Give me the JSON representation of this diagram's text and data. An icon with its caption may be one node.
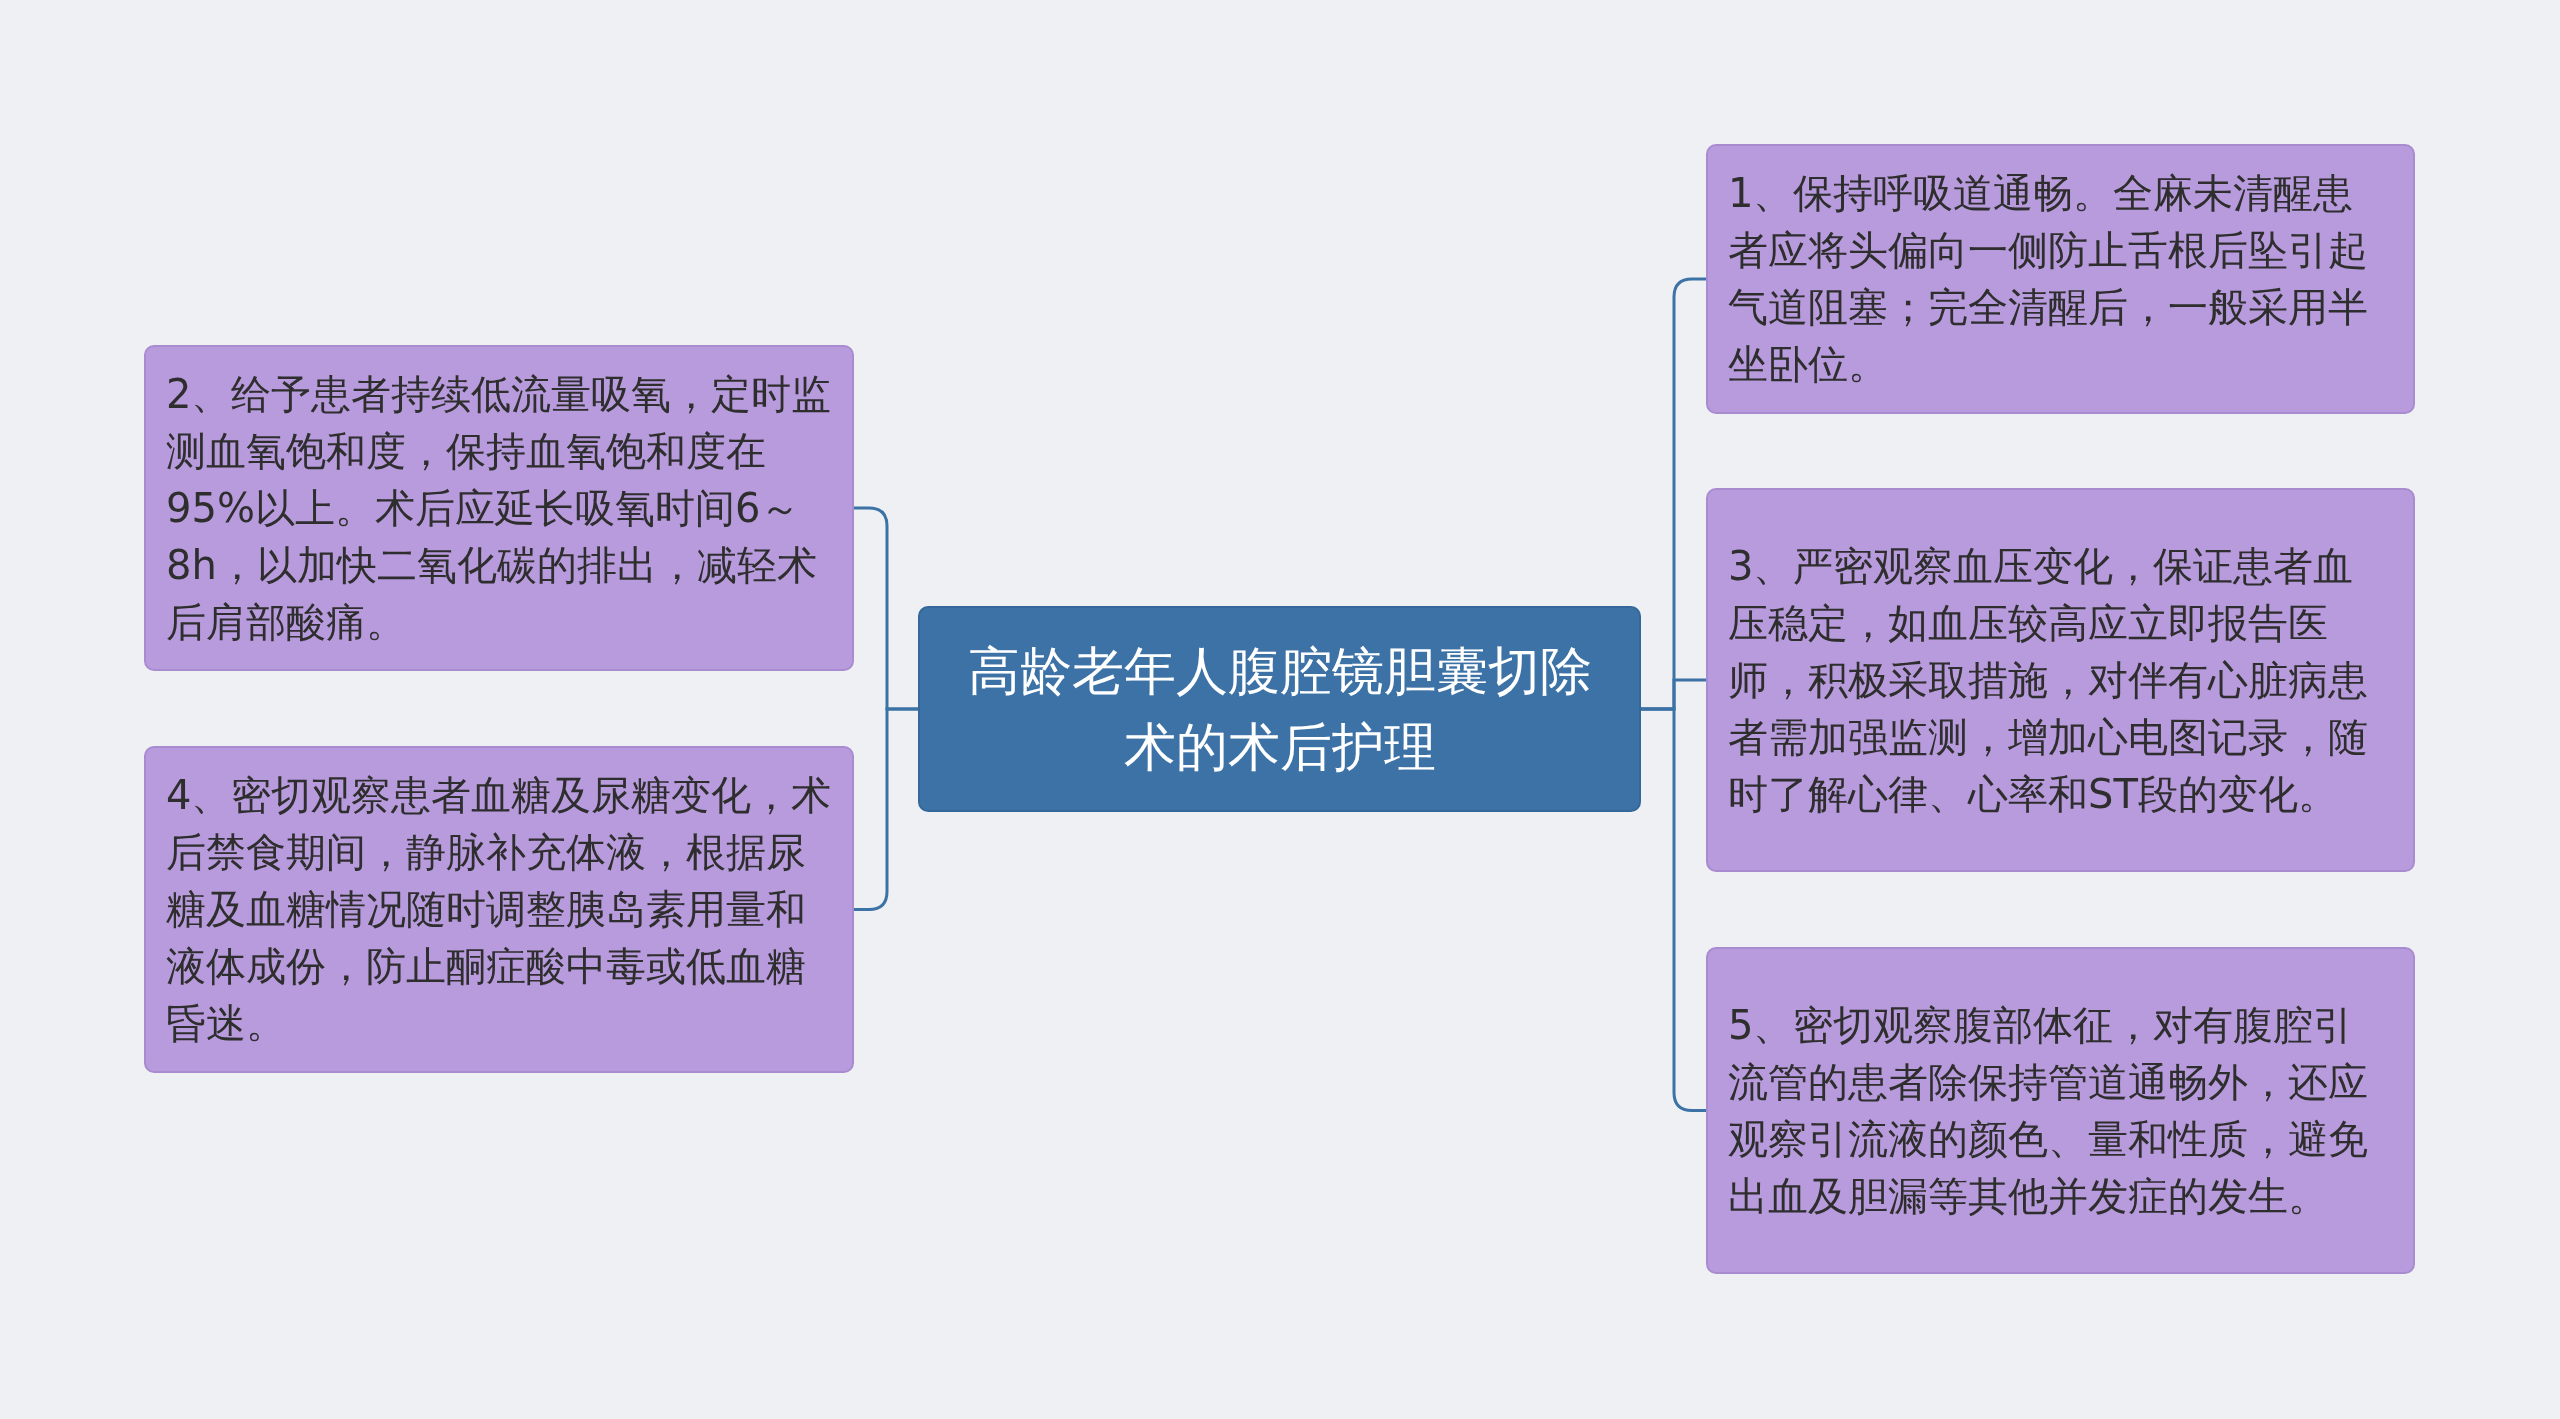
{
  "diagram": {
    "nodes": [
      {
        "text": [
          "高龄老年人腹腔镜胆囊切除术的术后护理"
        ]
      },
      {
        "text": [
          "1、保持呼吸道通畅。全麻未清醒患者应将头偏向一侧防止舌根后坠引起气道阻塞；完全清醒后，一般采用半坐卧位。"
        ]
      },
      {
        "text": [
          "2、给予患者持续低流量吸氧，定时监测血氧饱和度，保持血氧饱和度在95%以上。术后应延长吸氧时间6～8h，以加快二氧化碳的排出，减轻术后肩部酸痛。"
        ]
      },
      {
        "text": [
          "3、严密观察血压变化，保证患者血压稳定，如血压较高应立即报告医师，积极采取措施，对伴有心脏病患者需加强监测，增加心电图记录，随时了解心律、心率和ST段的变化。"
        ]
      },
      {
        "text": [
          "4、密切观察患者血糖及尿糖变化，术后禁食期间，静脉补充体液，根据尿糖及血糖情况随时调整胰岛素用量和液体成份，防止酮症酸中毒或低血糖昏迷。"
        ]
      },
      {
        "text": [
          "5、密切观察腹部体征，对有腹腔引流管的患者除保持管道通畅外，还应观察引流液的颜色、量和性质，避免出血及胆漏等其他并发症的发生。"
        ]
      }
    ],
    "edges": [
      {
        "from": 0,
        "to": 1,
        "arrow": "none"
      },
      {
        "from": 0,
        "to": 2,
        "arrow": "none"
      },
      {
        "from": 0,
        "to": 3,
        "arrow": "none"
      },
      {
        "from": 0,
        "to": 4,
        "arrow": "none"
      },
      {
        "from": 0,
        "to": 5,
        "arrow": "none"
      }
    ]
  }
}
